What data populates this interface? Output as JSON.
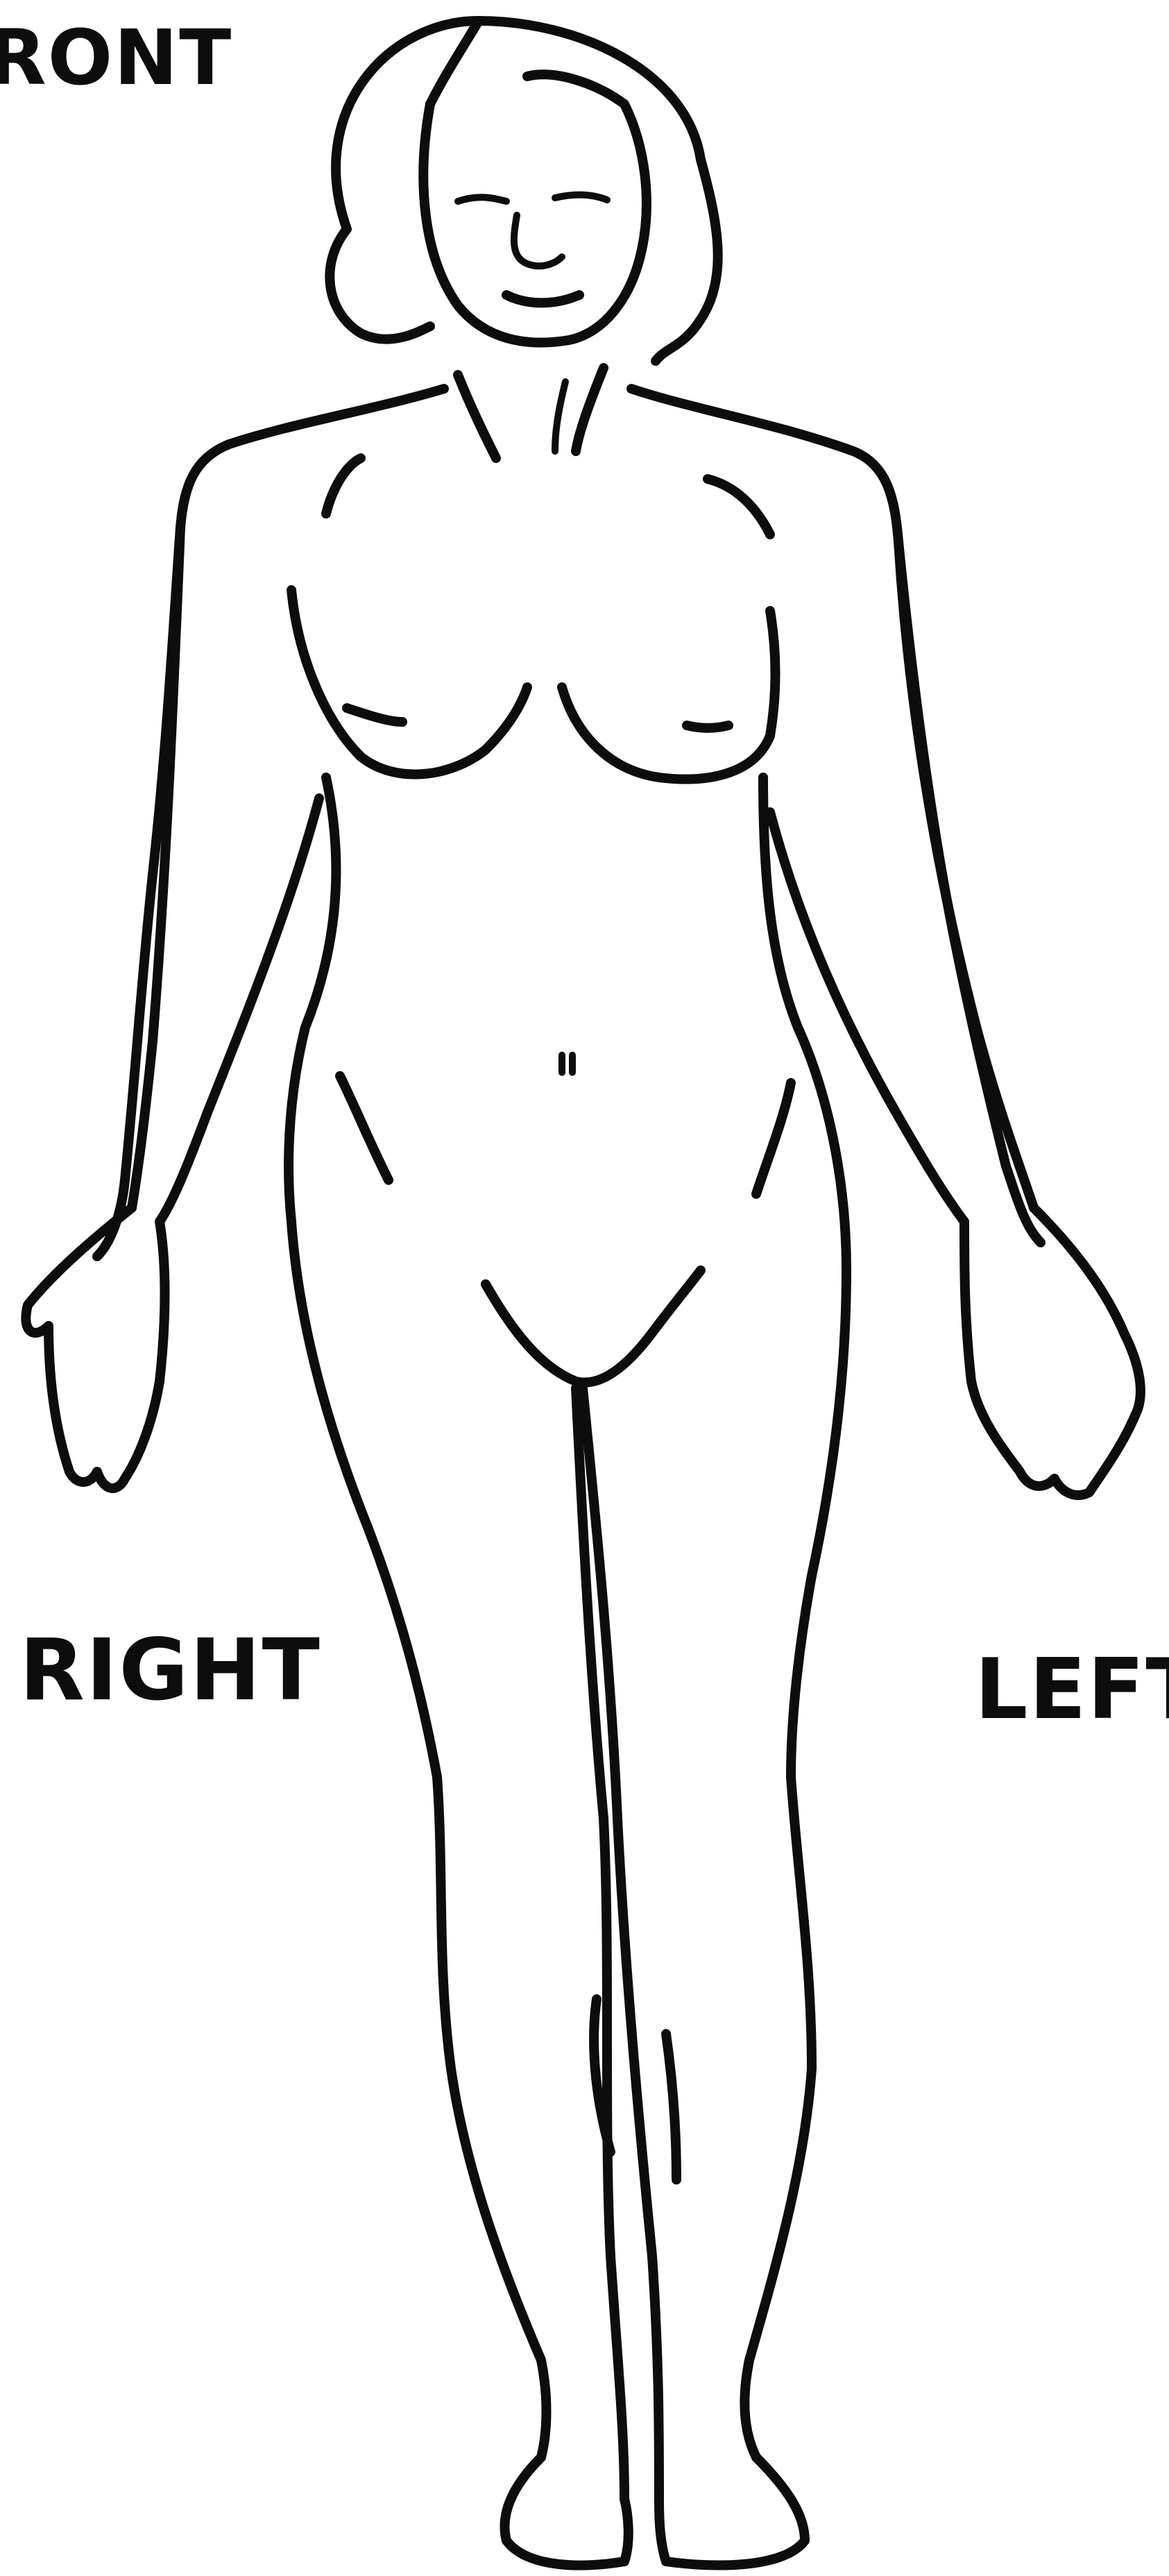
{
  "labels": {
    "front": "RONT",
    "right": "RIGHT",
    "left": "LEFT"
  },
  "colors": {
    "ink": "#0d0d0d",
    "paper": "#ffffff"
  }
}
